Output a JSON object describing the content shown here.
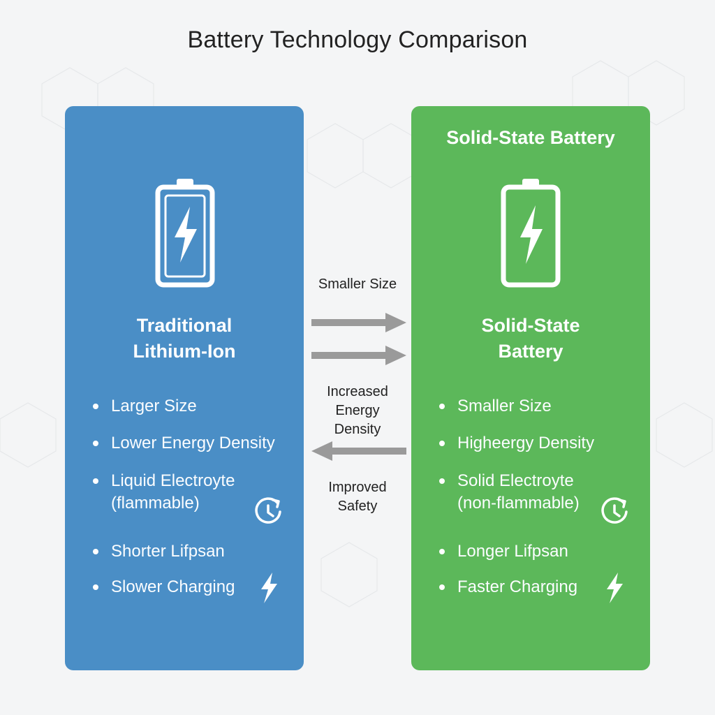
{
  "title": "Battery Technology Comparison",
  "colors": {
    "left_panel": "#4a8ec6",
    "right_panel": "#5cb85a",
    "arrow": "#9a9a9a",
    "background": "#f4f5f6"
  },
  "left_panel": {
    "name_line1": "Traditional",
    "name_line2": "Lithium-Ion",
    "icon": "battery-bolt-icon",
    "features": [
      {
        "line1": "Larger Size"
      },
      {
        "line1": "Lower Energy Density"
      },
      {
        "line1": "Liquid Electroyte",
        "line2": "(flammable)",
        "icon": "clock-icon"
      },
      {
        "line1": "Shorter Lifpsan"
      },
      {
        "line1": "Slower Charging",
        "icon": "lightning-icon"
      }
    ]
  },
  "right_panel": {
    "header": "Solid-State Battery",
    "name_line1": "Solid-State",
    "name_line2": "Battery",
    "icon": "battery-bolt-icon",
    "features": [
      {
        "line1": "Smaller Size"
      },
      {
        "line1": "Higheergy Density"
      },
      {
        "line1": "Solid Electroyte",
        "line2": "(non-flammable)",
        "icon": "clock-icon"
      },
      {
        "line1": "Longer Lifpsan"
      },
      {
        "line1": "Faster Charging",
        "icon": "lightning-icon"
      }
    ]
  },
  "center": {
    "label_top": "Smaller Size",
    "label_mid_1": "Increased",
    "label_mid_2": "Energy",
    "label_mid_3": "Density",
    "label_bottom_1": "Improved",
    "label_bottom_2": "Safety",
    "arrows": [
      "right",
      "right",
      "left"
    ]
  }
}
